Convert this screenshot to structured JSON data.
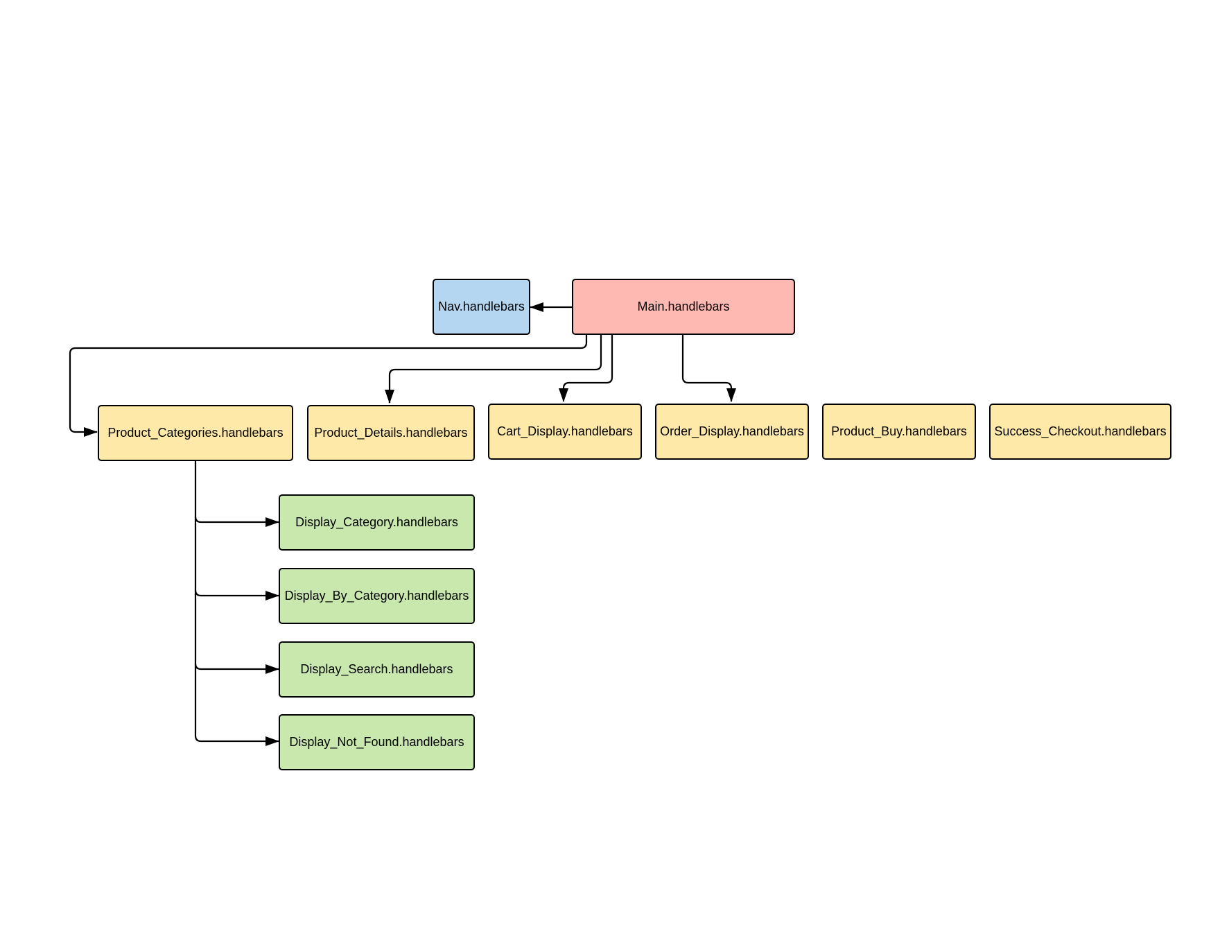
{
  "colors": {
    "root": "#ffb9b3",
    "partial": "#b4d6f0",
    "page": "#ffe9a8",
    "subpage": "#c9e8ad",
    "line": "#000000"
  },
  "nodes": {
    "main": "Main.handlebars",
    "nav": "Nav.handlebars",
    "product_categories": "Product_Categories.handlebars",
    "product_details": "Product_Details.handlebars",
    "cart_display": "Cart_Display.handlebars",
    "order_display": "Order_Display.handlebars",
    "product_buy": "Product_Buy.handlebars",
    "success_checkout": "Success_Checkout.handlebars",
    "display_category": "Display_Category.handlebars",
    "display_by_category": "Display_By_Category.handlebars",
    "display_search": "Display_Search.handlebars",
    "display_not_found": "Display_Not_Found.handlebars"
  },
  "edges": [
    {
      "from": "main",
      "to": "nav"
    },
    {
      "from": "main",
      "to": "product_categories"
    },
    {
      "from": "main",
      "to": "product_details"
    },
    {
      "from": "main",
      "to": "cart_display"
    },
    {
      "from": "main",
      "to": "order_display"
    },
    {
      "from": "product_categories",
      "to": "display_category"
    },
    {
      "from": "product_categories",
      "to": "display_by_category"
    },
    {
      "from": "product_categories",
      "to": "display_search"
    },
    {
      "from": "product_categories",
      "to": "display_not_found"
    }
  ]
}
